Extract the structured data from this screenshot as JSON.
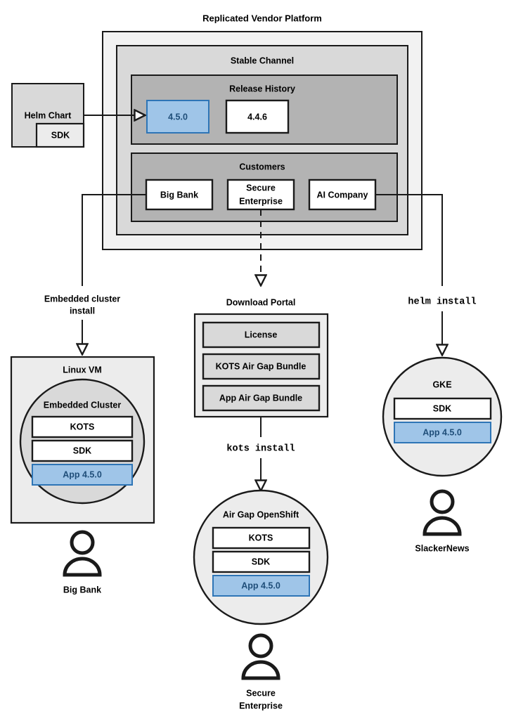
{
  "diagram": {
    "title": "Replicated Vendor Platform",
    "platform": {
      "stable_channel_label": "Stable Channel",
      "release_history": {
        "label": "Release History",
        "releases": [
          {
            "version": "4.5.0",
            "highlighted": true
          },
          {
            "version": "4.4.6",
            "highlighted": false
          }
        ]
      },
      "customers": {
        "label": "Customers",
        "items": [
          {
            "name": "Big Bank"
          },
          {
            "name": "Secure\nEnterprise",
            "line1": "Secure",
            "line2": "Enterprise"
          },
          {
            "name": "AI Company"
          }
        ]
      }
    },
    "helm_chart": {
      "label": "Helm Chart",
      "sdk_label": "SDK"
    },
    "edges": [
      {
        "id": "helm-to-release",
        "label": "",
        "style": "solid"
      },
      {
        "id": "bigbank-to-linuxvm",
        "label": "Embedded cluster install",
        "line1": "Embedded cluster",
        "line2": "install",
        "style": "solid"
      },
      {
        "id": "secure-to-portal",
        "label": "",
        "style": "dashed"
      },
      {
        "id": "aicompany-to-gke",
        "label": "helm install",
        "style": "solid",
        "mono": true
      },
      {
        "id": "portal-to-openshift",
        "label": "kots install",
        "style": "solid",
        "mono": true
      }
    ],
    "download_portal": {
      "label": "Download Portal",
      "artifacts": [
        "License",
        "KOTS Air Gap Bundle",
        "App Air Gap Bundle"
      ]
    },
    "linux_vm": {
      "label": "Linux VM",
      "cluster_label": "Embedded Cluster",
      "components": [
        {
          "label": "KOTS",
          "highlighted": false
        },
        {
          "label": "SDK",
          "highlighted": false
        },
        {
          "label": "App 4.5.0",
          "highlighted": true
        }
      ],
      "customer": "Big Bank"
    },
    "air_gap_openshift": {
      "label": "Air Gap OpenShift",
      "components": [
        {
          "label": "KOTS",
          "highlighted": false
        },
        {
          "label": "SDK",
          "highlighted": false
        },
        {
          "label": "App 4.5.0",
          "highlighted": true
        }
      ],
      "customer_line1": "Secure",
      "customer_line2": "Enterprise"
    },
    "gke": {
      "label": "GKE",
      "components": [
        {
          "label": "SDK",
          "highlighted": false
        },
        {
          "label": "App 4.5.0",
          "highlighted": true
        }
      ],
      "customer": "SlackerNews"
    },
    "colors": {
      "highlight_fill": "#9fc5e8",
      "highlight_stroke": "#2e75b6",
      "highlight_text": "#1f4e79",
      "outer_panel": "#f2f2f2",
      "mid_panel": "#d9d9d9",
      "inner_panel": "#b3b3b3",
      "line": "#1a1a1a"
    }
  }
}
